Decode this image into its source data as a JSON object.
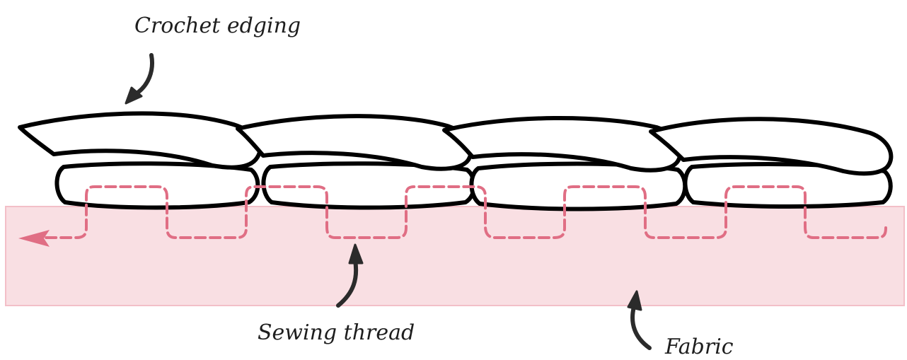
{
  "labels": {
    "crochet_edging": "Crochet edging",
    "sewing_thread": "Sewing thread",
    "fabric": "Fabric"
  },
  "colors": {
    "fabric_fill": "#f9dfe3",
    "fabric_edge": "#f3bfc8",
    "thread": "#e06e84",
    "outline": "#000000",
    "arrow": "#2b2b2b",
    "label_text": "#1e1e1e"
  },
  "icons": {
    "pointer_arrows": "curved-arrow-icon",
    "thread_direction": "arrowhead-left-icon"
  }
}
